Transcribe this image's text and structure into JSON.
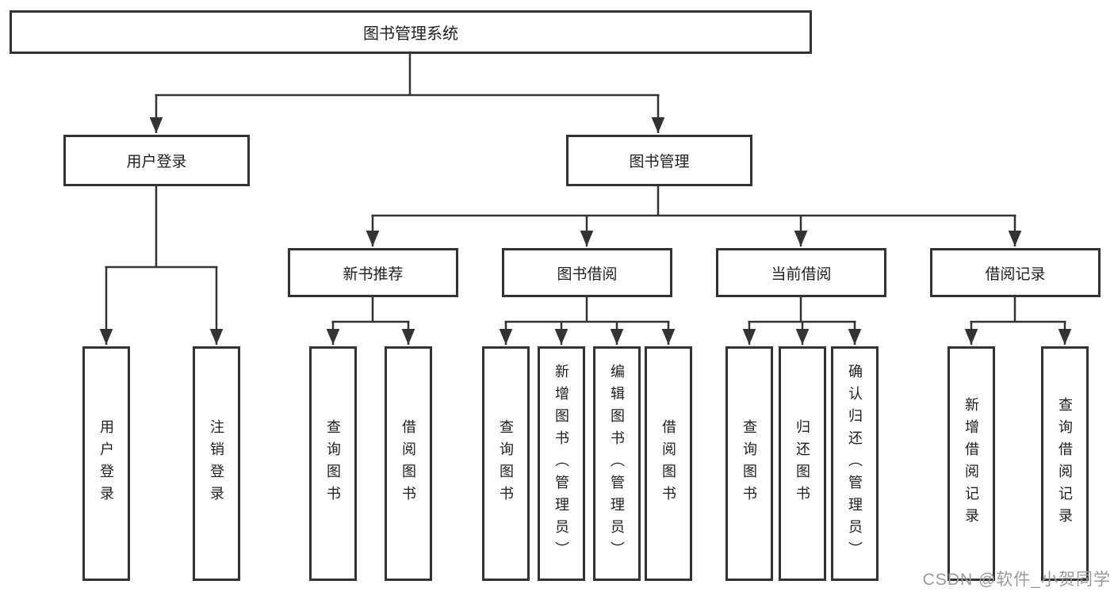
{
  "diagram": {
    "root": {
      "label": "图书管理系统"
    },
    "level2": [
      {
        "id": "user-login",
        "label": "用户登录"
      },
      {
        "id": "book-management",
        "label": "图书管理"
      }
    ],
    "level3": [
      {
        "id": "new-book-recommend",
        "label": "新书推荐"
      },
      {
        "id": "book-borrow",
        "label": "图书借阅"
      },
      {
        "id": "current-borrow",
        "label": "当前借阅"
      },
      {
        "id": "borrow-records",
        "label": "借阅记录"
      }
    ],
    "leaves": [
      {
        "id": "user-login-leaf",
        "label": "用户登录"
      },
      {
        "id": "logout",
        "label": "注销登录"
      },
      {
        "id": "recommend-query-books",
        "label": "查询图书"
      },
      {
        "id": "recommend-borrow-books",
        "label": "借阅图书"
      },
      {
        "id": "borrow-query-books",
        "label": "查询图书"
      },
      {
        "id": "borrow-add-books-admin",
        "label": "新增图书（管理员）"
      },
      {
        "id": "borrow-edit-books-admin",
        "label": "编辑图书（管理员）"
      },
      {
        "id": "borrow-borrow-books",
        "label": "借阅图书"
      },
      {
        "id": "current-query-books",
        "label": "查询图书"
      },
      {
        "id": "current-return-books",
        "label": "归还图书"
      },
      {
        "id": "current-confirm-return-admin",
        "label": "确认归还（管理员）"
      },
      {
        "id": "records-add-borrow-record",
        "label": "新增借阅记录"
      },
      {
        "id": "records-query-borrow-record",
        "label": "查询借阅记录"
      }
    ],
    "watermark": "CSDN @软件_小贺同学",
    "colors": {
      "line": "#333333",
      "box_border": "#333333",
      "text": "#1f1f1f",
      "watermark": "#9a9a9a",
      "background": "#ffffff"
    }
  }
}
